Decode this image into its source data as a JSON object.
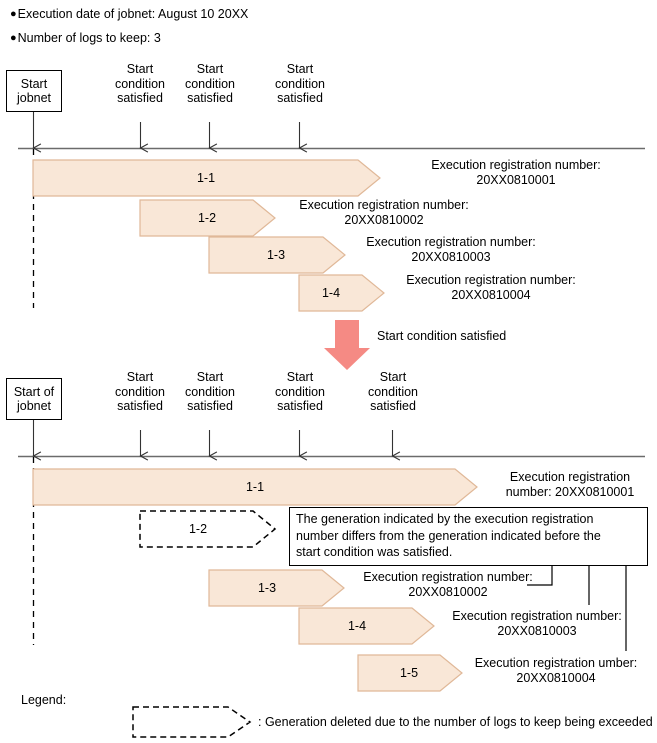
{
  "notes": [
    {
      "bullet": "●",
      "text": "Execution date of jobnet: August 10 20XX"
    },
    {
      "bullet": "●",
      "text": "Number of logs to keep: 3"
    }
  ],
  "colors": {
    "generation_fill": "#f9e7d7",
    "generation_stroke": "#e0b898",
    "transition_arrow": "#f58a84",
    "timeline": "#6b6b6b",
    "outline": "#000000"
  },
  "section1": {
    "start_box": {
      "line1": "Start",
      "line2": "jobnet"
    },
    "tick_labels": [
      {
        "line1": "Start",
        "line2": "condition",
        "line3": "satisfied"
      },
      {
        "line1": "Start",
        "line2": "condition",
        "line3": "satisfied"
      },
      {
        "line1": "Start",
        "line2": "condition",
        "line3": "satisfied"
      }
    ],
    "generations": [
      {
        "label": "1-1",
        "caption_line1": "Execution registration number:",
        "caption_line2": "20XX0810001",
        "deleted": false
      },
      {
        "label": "1-2",
        "caption_line1": "Execution registration number:",
        "caption_line2": "20XX0810002",
        "deleted": false
      },
      {
        "label": "1-3",
        "caption_line1": "Execution registration number:",
        "caption_line2": "20XX0810003",
        "deleted": false
      },
      {
        "label": "1-4",
        "caption_line1": "Execution registration number:",
        "caption_line2": "20XX0810004",
        "deleted": false
      }
    ]
  },
  "transition": {
    "label": "Start condition satisfied"
  },
  "section2": {
    "start_box": {
      "line1": "Start of",
      "line2": "jobnet"
    },
    "tick_labels": [
      {
        "line1": "Start",
        "line2": "condition",
        "line3": "satisfied"
      },
      {
        "line1": "Start",
        "line2": "condition",
        "line3": "satisfied"
      },
      {
        "line1": "Start",
        "line2": "condition",
        "line3": "satisfied"
      },
      {
        "line1": "Start",
        "line2": "condition",
        "line3": "satisfied"
      }
    ],
    "generations": [
      {
        "label": "1-1",
        "caption_line1": "Execution registration",
        "caption_line2": "number: 20XX0810001",
        "deleted": false
      },
      {
        "label": "1-2",
        "caption_line1": "",
        "caption_line2": "",
        "deleted": true
      },
      {
        "label": "1-3",
        "caption_line1": "Execution registration number:",
        "caption_line2": "20XX0810002",
        "deleted": false
      },
      {
        "label": "1-4",
        "caption_line1": "Execution registration number:",
        "caption_line2": "20XX0810003",
        "deleted": false
      },
      {
        "label": "1-5",
        "caption_line1": "Execution registration umber:",
        "caption_line2": "20XX0810004",
        "deleted": false
      }
    ],
    "callout": {
      "line1": "The generation indicated by the execution registration",
      "line2": "number differs from the generation indicated before the",
      "line3": "start condition was satisfied."
    }
  },
  "legend": {
    "title": "Legend:",
    "entry_text": ": Generation deleted due to the number of logs to keep being exceeded"
  }
}
